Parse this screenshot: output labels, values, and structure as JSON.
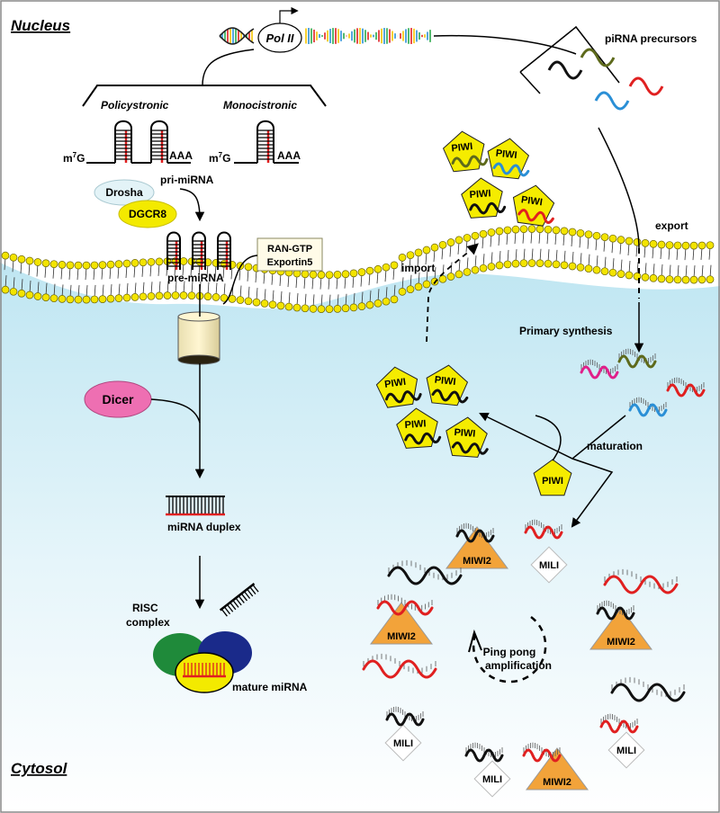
{
  "title_nucleus": "Nucleus",
  "title_cytosol": "Cytosol",
  "pol2": "Pol II",
  "piRNA_precursors": "piRNA precursors",
  "policystronic": "Policystronic",
  "monocistronic": "Monocistronic",
  "m7g": "m",
  "m7g_sup": "7",
  "m7g_g": "G",
  "aaa": "AAA",
  "pri_mirna": "pri-miRNA",
  "drosha": "Drosha",
  "dgcr8": "DGCR8",
  "pre_mirna": "pre-miRNA",
  "ran_gtp": "RAN-GTP",
  "exportin5": "Exportin5",
  "dicer": "Dicer",
  "mirna_duplex": "miRNA duplex",
  "risc_line1": "RISC",
  "risc_line2": "complex",
  "mature_mirna": "mature miRNA",
  "import": "import",
  "export": "export",
  "primary_synthesis": "Primary synthesis",
  "maturation": "maturation",
  "ping_pong_line1": "Ping pong",
  "ping_pong_line2": "amplification",
  "piwi": "PIWI",
  "miwi2": "MIWI2",
  "mili": "MILI",
  "colors": {
    "cytosol_top": "#bfe6f2",
    "cytosol_bottom": "#ffffff",
    "piwi_fill": "#f5ec00",
    "miwi2_fill": "#f2a33a",
    "drosha_fill": "#e3f3f7",
    "dgcr8_fill": "#f3ea00",
    "dicer_fill": "#ee6fb2",
    "lipid_head": "#f3e400",
    "red_strand": "#e02020",
    "blue_strand": "#2a8fd6",
    "olive_strand": "#5e6a1c",
    "pink_strand": "#e0208a"
  }
}
